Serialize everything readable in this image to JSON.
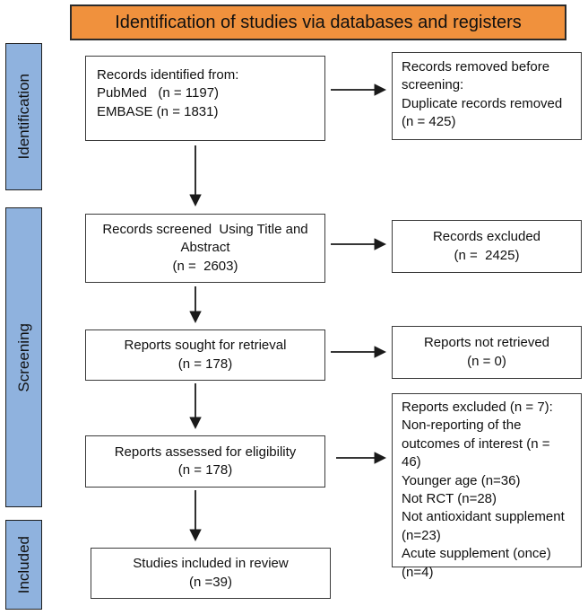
{
  "header": {
    "title": "Identification of studies via databases and registers"
  },
  "sidebar": {
    "stages": [
      {
        "label": "Identification"
      },
      {
        "label": "Screening"
      },
      {
        "label": "Included"
      }
    ]
  },
  "boxes": {
    "records_identified": {
      "text": "Records identified from:\nPubMed   (n = 1197)\nEMBASE (n = 1831)"
    },
    "records_removed": {
      "text": "Records removed before\nscreening:\nDuplicate records removed\n(n = 425)"
    },
    "records_screened": {
      "text": "Records screened  Using Title and\nAbstract\n(n =  2603)"
    },
    "records_excluded": {
      "text": "Records excluded\n(n =  2425)"
    },
    "reports_sought": {
      "text": "Reports sought for retrieval\n(n = 178)"
    },
    "reports_not_retrieved": {
      "text": "Reports not retrieved\n(n = 0)"
    },
    "reports_assessed": {
      "text": "Reports assessed for eligibility\n(n = 178)"
    },
    "reports_excluded": {
      "text": "Reports excluded (n = 7):\nNon-reporting of the\noutcomes of interest (n = 46)\nYounger age (n=36)\nNot RCT (n=28)\nNot antioxidant supplement\n(n=23)\nAcute supplement (once)\n(n=4)"
    },
    "studies_included": {
      "text": "Studies included in review\n(n =39)"
    }
  },
  "colors": {
    "header_bg": "#F0913D",
    "stage_bg": "#8FB2DE",
    "box_border": "#3a3a3a",
    "arrow": "#1a1a1a"
  }
}
